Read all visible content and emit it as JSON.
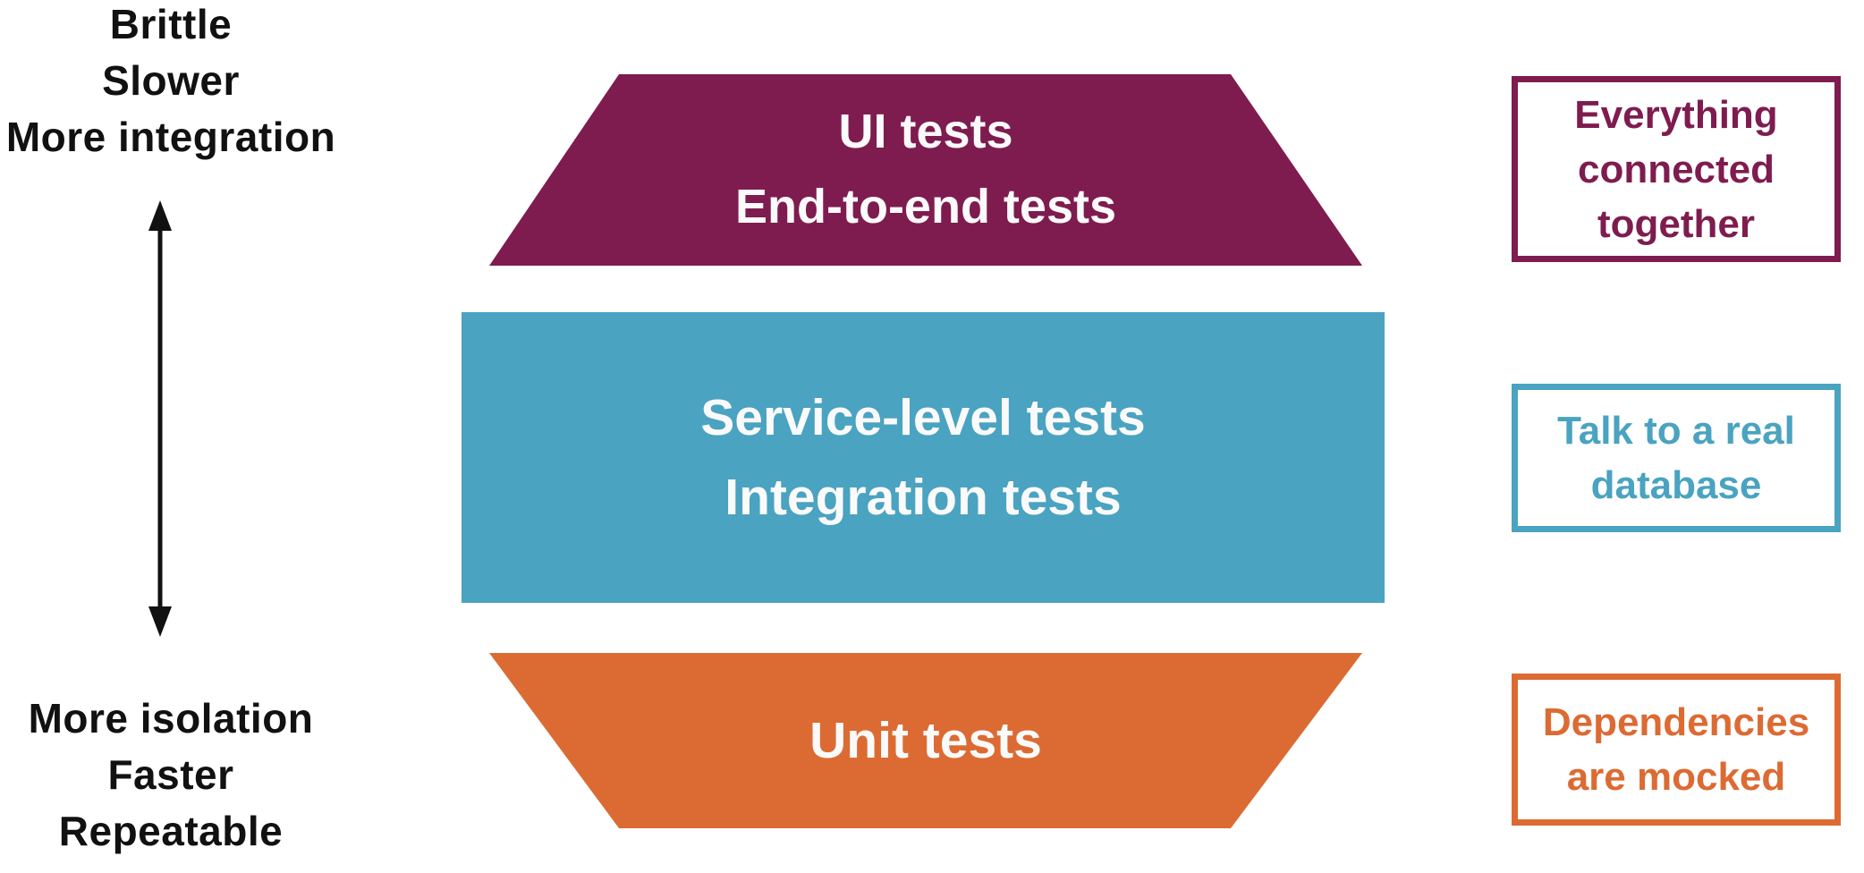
{
  "colors": {
    "magenta": "#7E1C4F",
    "teal": "#4AA3C0",
    "orange": "#DC6B33",
    "text_black": "#111111",
    "white_text": "#FAFAFA",
    "background": "#FFFFFF"
  },
  "axis": {
    "arrow_icon": "double-headed-vertical-arrow",
    "top_labels": [
      "Brittle",
      "Slower",
      "More integration"
    ],
    "bottom_labels": [
      "More isolation",
      "Faster",
      "Repeatable"
    ]
  },
  "layers": [
    {
      "name": "ui-tests-layer",
      "shape": "trapezoid-narrow-top",
      "lines": [
        "UI tests",
        "End-to-end tests"
      ]
    },
    {
      "name": "service-tests-layer",
      "shape": "rectangle",
      "lines": [
        "Service-level tests",
        "Integration tests"
      ]
    },
    {
      "name": "unit-tests-layer",
      "shape": "trapezoid-narrow-bottom",
      "lines": [
        "Unit tests"
      ]
    }
  ],
  "notes": [
    {
      "name": "ui-tests-note",
      "lines": [
        "Everything",
        "connected",
        "together"
      ]
    },
    {
      "name": "service-tests-note",
      "lines": [
        "Talk to a real",
        "database"
      ]
    },
    {
      "name": "unit-tests-note",
      "lines": [
        "Dependencies",
        "are mocked"
      ]
    }
  ]
}
